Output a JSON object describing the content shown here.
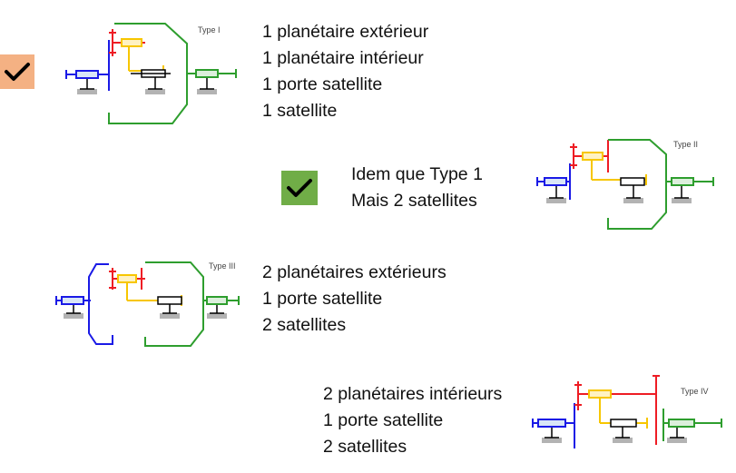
{
  "colors": {
    "orange_badge": "#F4B183",
    "green_badge": "#70AD47",
    "check_mark": "#000000",
    "red": "#EE1C24",
    "blue": "#1A1AE6",
    "green": "#2E9E2E",
    "yellow": "#F7C600",
    "ground": "#B3B3B3"
  },
  "type1": {
    "label": "Type I",
    "lines": [
      "1 planétaire extérieur",
      "1 planétaire intérieur",
      "1 porte satellite",
      "1 satellite"
    ]
  },
  "type2": {
    "label": "Type II",
    "lines": [
      "Idem que Type 1",
      "Mais 2 satellites"
    ]
  },
  "type3": {
    "label": "Type III",
    "lines": [
      "2 planétaires extérieurs",
      "1 porte satellite",
      "2 satellites"
    ]
  },
  "type4": {
    "label": "Type IV",
    "lines": [
      "2 planétaires intérieurs",
      "1 porte satellite",
      "2 satellites"
    ]
  },
  "icons": {
    "orange_check": "check-icon",
    "green_check": "check-icon"
  }
}
